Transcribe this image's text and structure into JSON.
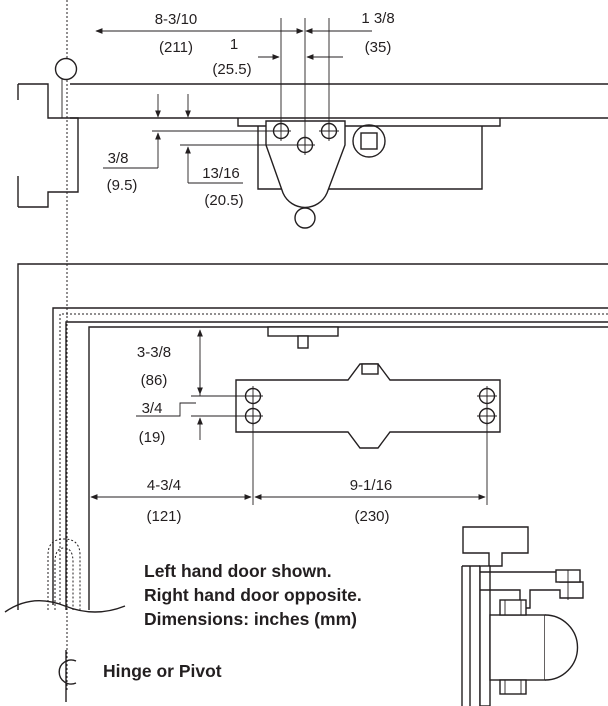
{
  "top_view": {
    "dim_a": "8-3/10",
    "dim_a_mm": "(211)",
    "dim_b": "1 3/8",
    "dim_b_mm": "(35)",
    "dim_c": "1",
    "dim_c_mm": "(25.5)",
    "dim_d": "3/8",
    "dim_d_mm": "(9.5)",
    "dim_e": "13/16",
    "dim_e_mm": "(20.5)"
  },
  "front_view": {
    "dim_f": "3-3/8",
    "dim_f_mm": "(86)",
    "dim_g": "3/4",
    "dim_g_mm": "(19)",
    "dim_h": "4-3/4",
    "dim_h_mm": "(121)",
    "dim_i": "9-1/16",
    "dim_i_mm": "(230)"
  },
  "notes": {
    "line1": "Left hand door shown.",
    "line2": "Right hand door opposite.",
    "line3": "Dimensions: inches (mm)",
    "hinge_label": "Hinge or Pivot"
  }
}
